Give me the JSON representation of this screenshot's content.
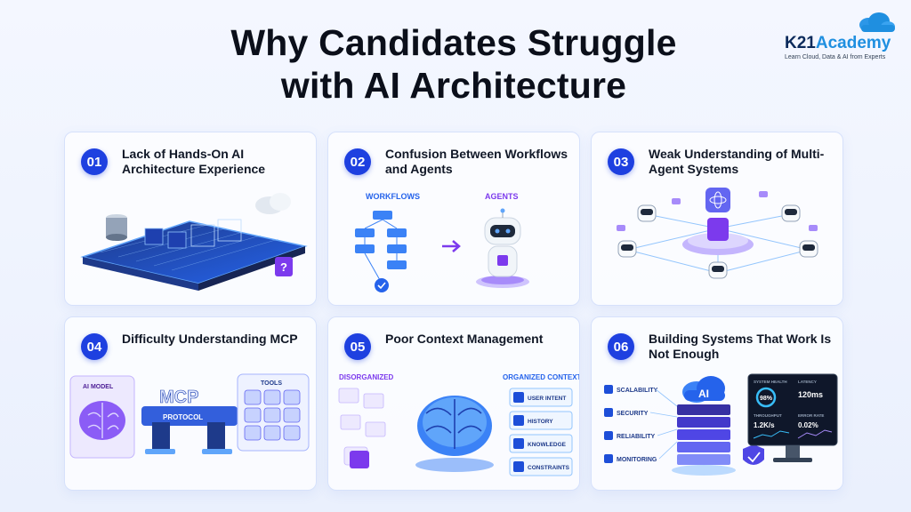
{
  "title": {
    "line1": "Why Candidates Struggle",
    "line2": "with AI Architecture"
  },
  "logo": {
    "brand_prefix": "K21",
    "brand_suffix": "Academy",
    "tagline": "Learn Cloud, Data & AI from Experts",
    "icon": "cloud-icon",
    "accent": "#1f8fe0"
  },
  "cards": [
    {
      "number": "01",
      "title": "Lack of Hands-On AI Architecture Experience"
    },
    {
      "number": "02",
      "title": "Confusion Between Workflows and Agents",
      "labels": {
        "workflows": "WORKFLOWS",
        "agents": "AGENTS"
      }
    },
    {
      "number": "03",
      "title": "Weak Understanding of Multi-Agent Systems"
    },
    {
      "number": "04",
      "title": "Difficulty Understanding MCP",
      "labels": {
        "ai_model": "AI MODEL",
        "mcp": "MCP",
        "protocol": "PROTOCOL",
        "tools": "TOOLS"
      }
    },
    {
      "number": "05",
      "title": "Poor Context Management",
      "labels": {
        "disorganized": "DISORGANIZED",
        "organized": "ORGANIZED CONTEXT"
      },
      "items": [
        "USER INTENT",
        "HISTORY",
        "KNOWLEDGE",
        "CONSTRAINTS"
      ]
    },
    {
      "number": "06",
      "title": "Building Systems That Work Is Not Enough",
      "items": [
        "SCALABILITY",
        "SECURITY",
        "RELIABILITY",
        "MONITORING"
      ],
      "server_label": "AI",
      "dashboard": {
        "system_health_label": "SYSTEM HEALTH",
        "system_health_value": "98%",
        "latency_label": "LATENCY",
        "latency_value": "120ms",
        "throughput_label": "THROUGHPUT",
        "throughput_value": "1.2K/s",
        "error_rate_label": "ERROR RATE",
        "error_rate_value": "0.02%"
      }
    }
  ],
  "colors": {
    "accent": "#1e40e0",
    "agent_purple": "#7c3aed",
    "workflow_blue": "#2563eb"
  }
}
